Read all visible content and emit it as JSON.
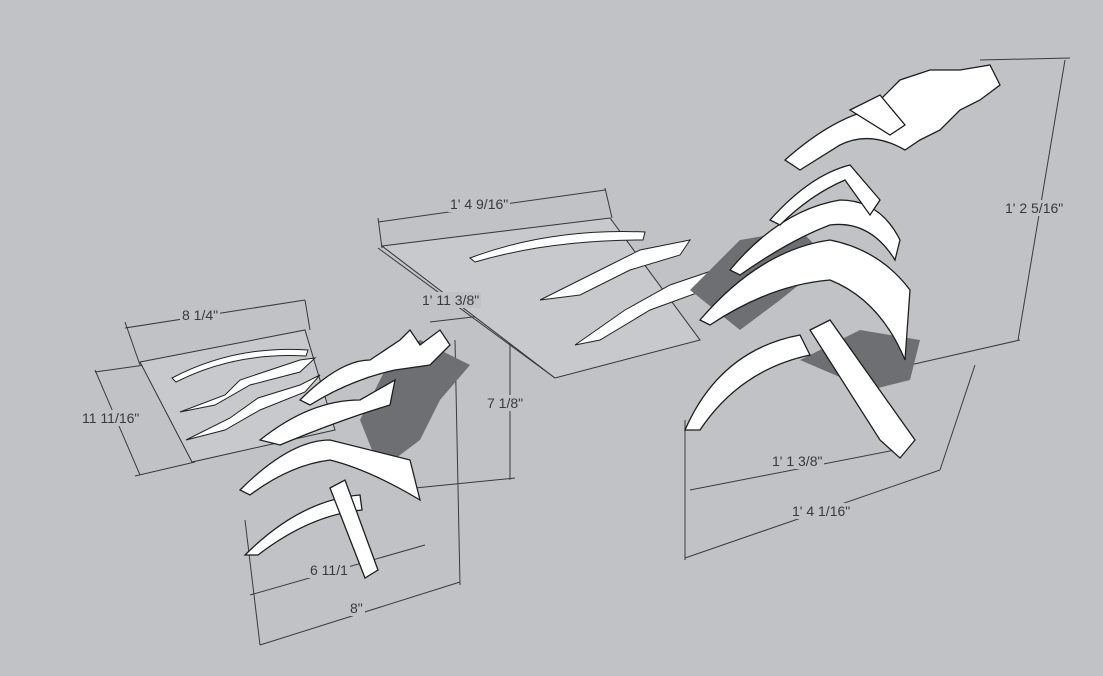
{
  "colors": {
    "background": "#c1c2c6",
    "model": "#ffffff",
    "edge": "#1e1e1e",
    "shadow": "#6e6f73",
    "dimension": "#3a3a3a"
  },
  "dimensions": {
    "small_sheet_width": "8 1/4\"",
    "small_sheet_height": "11 11/16\"",
    "small_tree_depth": "6 11/1",
    "small_tree_width": "8\"",
    "small_tree_height": "7 1/8\"",
    "large_sheet_width": "1' 4 9/16\"",
    "large_sheet_height": "1' 11 3/8\"",
    "large_tree_depth": "1' 1 3/8\"",
    "large_tree_width": "1' 4 1/16\"",
    "large_tree_height": "1' 2 5/16\""
  }
}
